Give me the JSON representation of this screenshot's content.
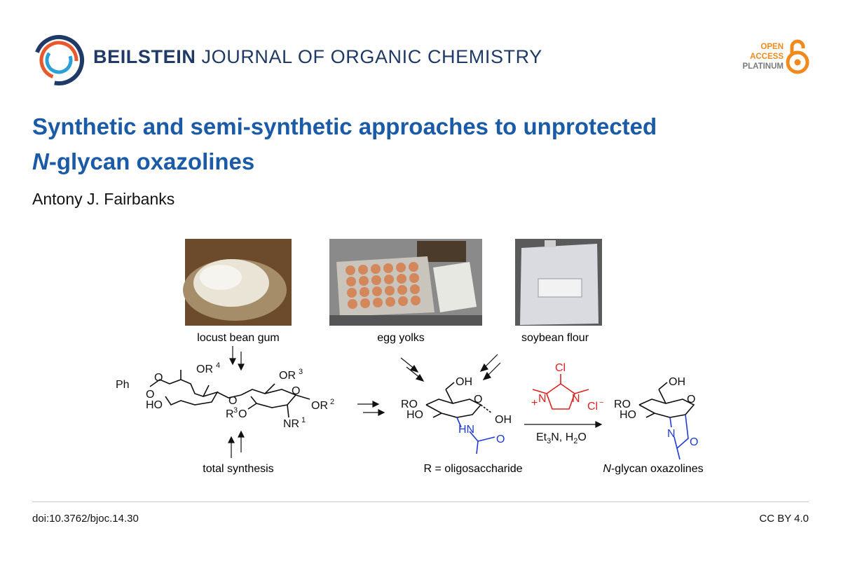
{
  "header": {
    "journal_bold": "BEILSTEIN",
    "journal_rest": " JOURNAL OF ORGANIC CHEMISTRY",
    "oa_line1": "OPEN",
    "oa_line2": "ACCESS",
    "oa_line3": "PLATINUM"
  },
  "article": {
    "title_line1": "Synthetic and semi-synthetic approaches to unprotected",
    "title_italic": "N",
    "title_line2_rest": "-glycan oxazolines",
    "author": "Antony J. Fairbanks"
  },
  "graphic": {
    "photo_captions": [
      "locust bean gum",
      "egg yolks",
      "soybean flour"
    ],
    "label_total_synthesis": "total synthesis",
    "label_r_definition": "R = oligosaccharide",
    "label_product_italic": "N",
    "label_product_rest": "-glycan oxazolines",
    "reagent_conditions": "Et",
    "colors": {
      "reagent": "#e02020",
      "acetamide": "#1f3bd6",
      "bond": "#111111"
    }
  },
  "footer": {
    "doi": "doi:10.3762/bjoc.14.30",
    "license": "CC BY 4.0"
  }
}
